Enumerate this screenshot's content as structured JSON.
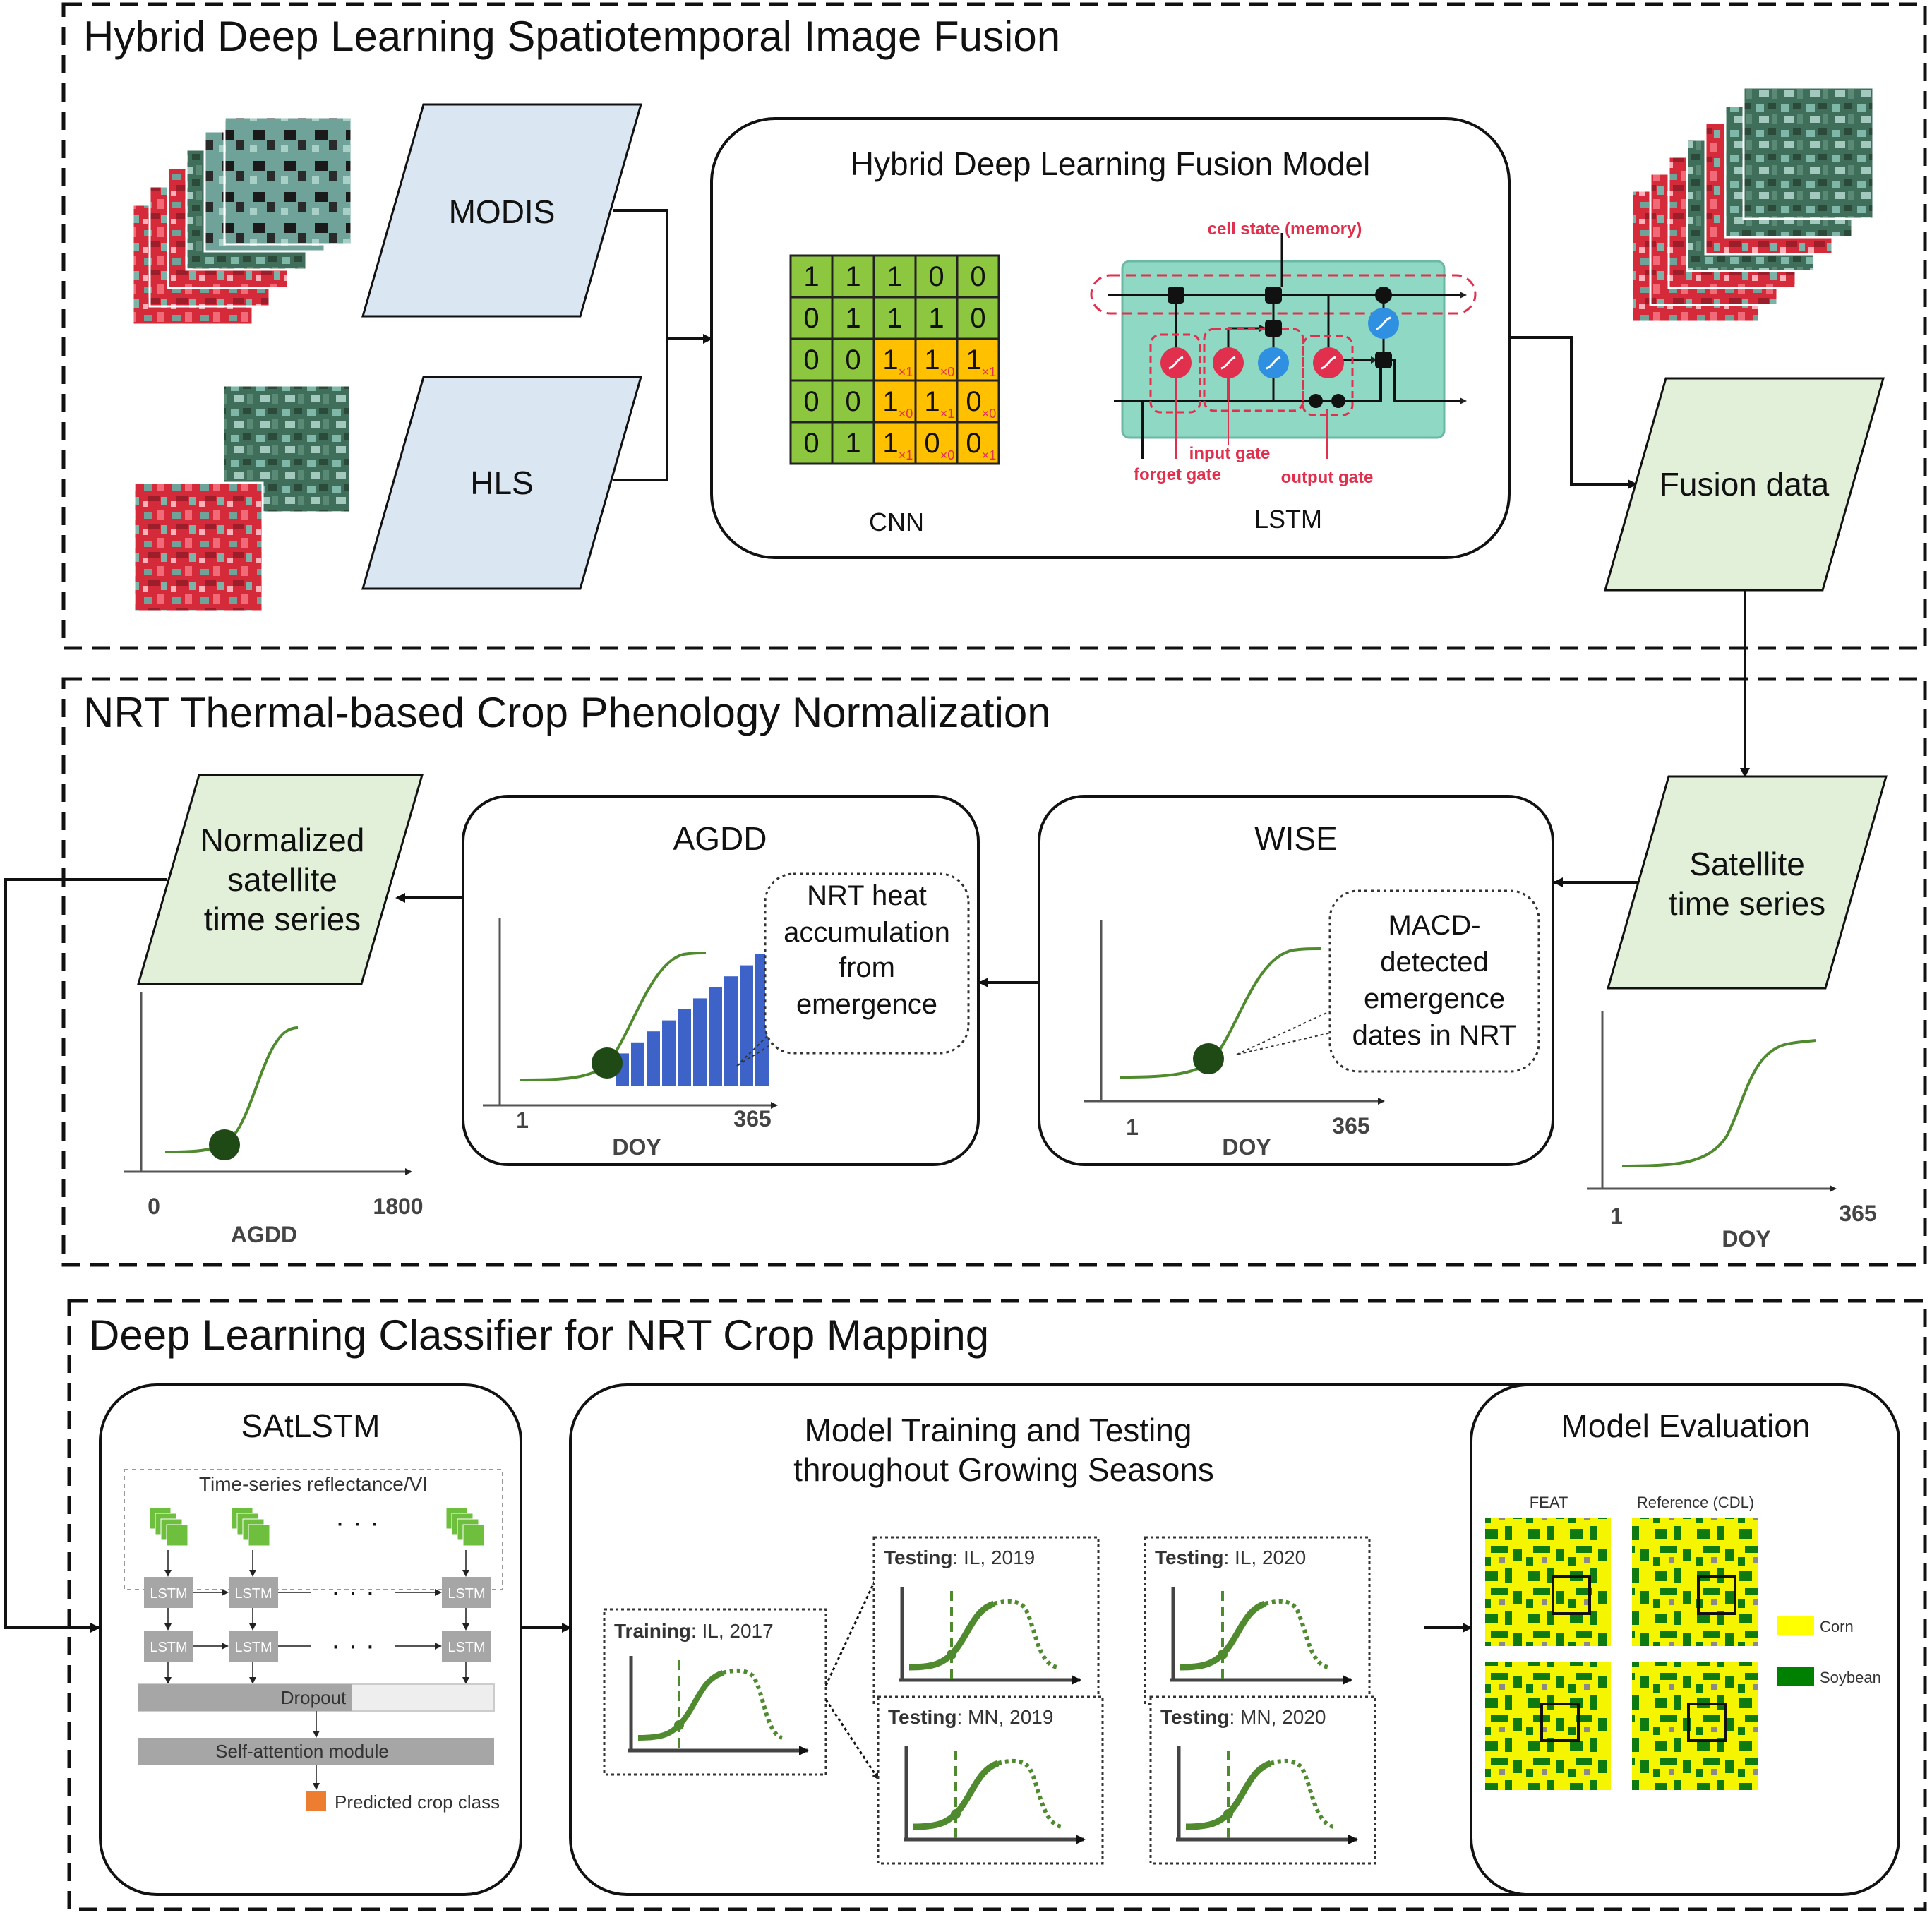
{
  "sections": {
    "fusion": {
      "title": "Hybrid Deep Learning Spatiotemporal Image Fusion"
    },
    "normalization": {
      "title": "NRT Thermal-based Crop Phenology Normalization"
    },
    "classifier": {
      "title": "Deep Learning Classifier for NRT Crop Mapping"
    }
  },
  "fusion": {
    "modis_label": "MODIS",
    "hls_label": "HLS",
    "model_title": "Hybrid Deep Learning Fusion Model",
    "cnn_label": "CNN",
    "lstm_label": "LSTM",
    "cnn_grid": [
      [
        "1",
        "1",
        "1",
        "0",
        "0"
      ],
      [
        "0",
        "1",
        "1",
        "1",
        "0"
      ],
      [
        "0",
        "0",
        "1",
        "1",
        "1"
      ],
      [
        "0",
        "0",
        "1",
        "1",
        "0"
      ],
      [
        "0",
        "1",
        "1",
        "0",
        "0"
      ]
    ],
    "cnn_kernel": [
      [
        "×1",
        "×0",
        "×1"
      ],
      [
        "×0",
        "×1",
        "×0"
      ],
      [
        "×1",
        "×0",
        "×1"
      ]
    ],
    "lstm_labels": {
      "cell_state": "cell state (memory)",
      "forget_gate": "forget gate",
      "input_gate": "input gate",
      "output_gate": "output gate"
    },
    "output_label": "Fusion data"
  },
  "normalization": {
    "satellite_label_1": "Satellite",
    "satellite_label_2": "time series",
    "wise_title": "WISE",
    "wise_callout": [
      "MACD-",
      "detected",
      "emergence",
      "dates in NRT"
    ],
    "agdd_title": "AGDD",
    "agdd_callout": [
      "NRT heat",
      "accumulation",
      "from",
      "emergence"
    ],
    "normalized_label": [
      "Normalized",
      "satellite",
      "time series"
    ],
    "axes": {
      "doy": "DOY",
      "agdd": "AGDD",
      "doy_start": "1",
      "doy_end": "365",
      "agdd_start": "0",
      "agdd_end": "1800"
    }
  },
  "classifier": {
    "satlstm_title": "SAtLSTM",
    "satlstm_input_label": "Time-series reflectance/VI",
    "lstm_cell": "LSTM",
    "dropout": "Dropout",
    "self_attention": "Self-attention module",
    "predicted": "Predicted crop class",
    "ellipsis": "· · ·",
    "training_title_1": "Model Training and Testing",
    "training_title_2": "throughout Growing Seasons",
    "training_panel": {
      "bold": "Training",
      "rest": ": IL, 2017"
    },
    "testing_panels": [
      {
        "bold": "Testing",
        "rest": ": IL, 2019"
      },
      {
        "bold": "Testing",
        "rest": ": IL, 2020"
      },
      {
        "bold": "Testing",
        "rest": ": MN, 2019"
      },
      {
        "bold": "Testing",
        "rest": ": MN, 2020"
      }
    ],
    "evaluation_title": "Model Evaluation",
    "feat_label": "FEAT",
    "reference_label": "Reference (CDL)",
    "legend": [
      {
        "label": "Corn",
        "color": "#ffff00"
      },
      {
        "label": "Soybean",
        "color": "#008000"
      }
    ]
  },
  "colors": {
    "io_blue": "#dae6f2",
    "io_green": "#e2efd9",
    "curve_green": "#4f8a2e",
    "bar_blue": "#3d63c9",
    "cnn_green": "#8dc63f",
    "cnn_orange": "#ffc000",
    "lstm_teal": "#8fd8c4",
    "gate_red": "#e0304d",
    "gate_blue": "#2f8fe0",
    "cell_gray": "#a6a6a6",
    "marker_orange": "#ed7d31"
  }
}
